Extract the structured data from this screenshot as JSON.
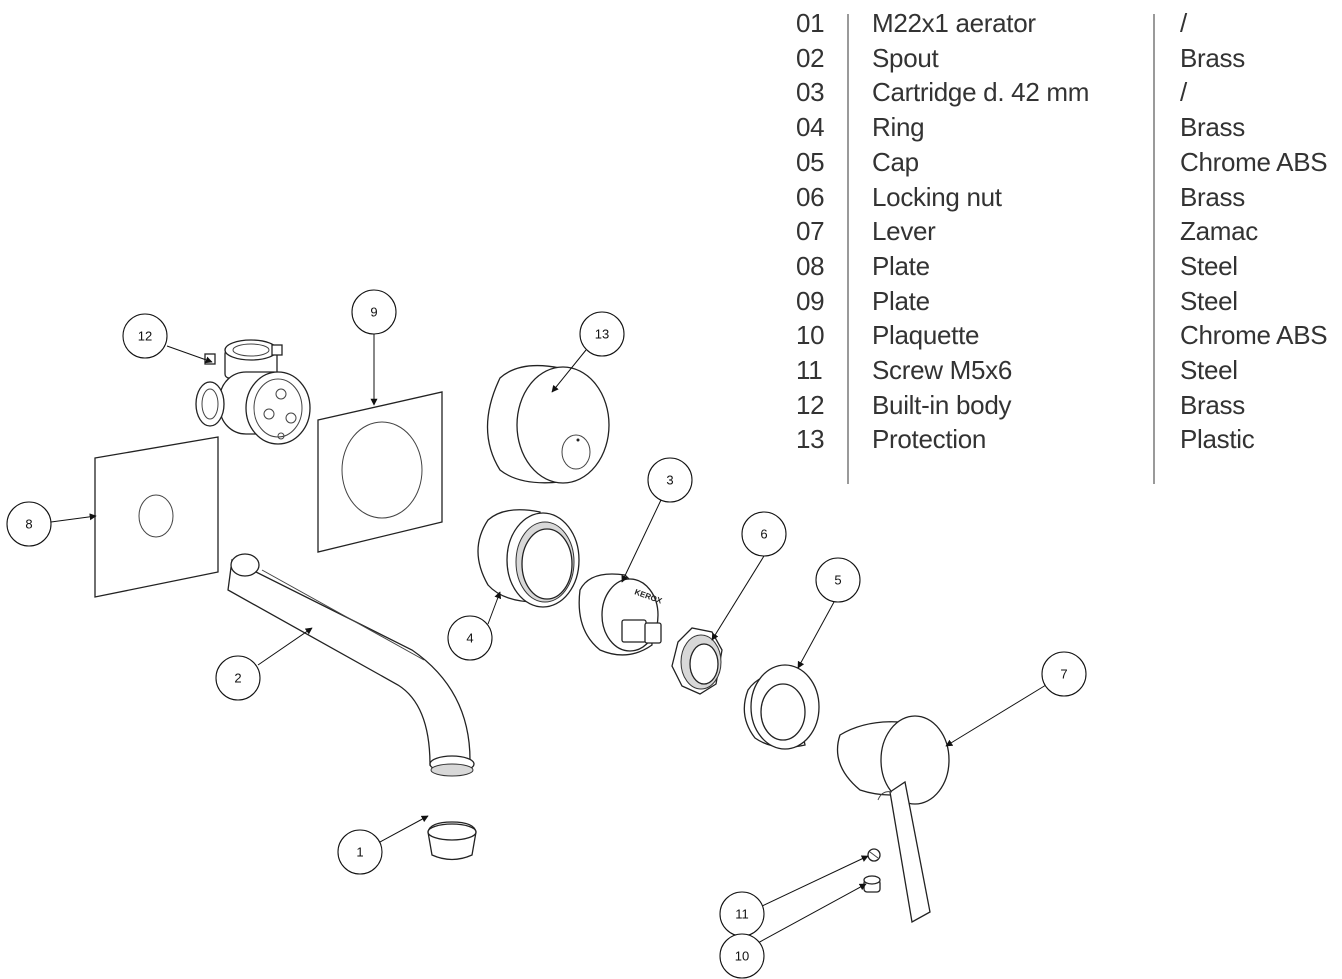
{
  "parts_table": {
    "rows": [
      {
        "num": "01",
        "description": "M22x1 aerator",
        "material": "/"
      },
      {
        "num": "02",
        "description": "Spout",
        "material": "Brass"
      },
      {
        "num": "03",
        "description": "Cartridge d. 42 mm",
        "material": "/"
      },
      {
        "num": "04",
        "description": "Ring",
        "material": "Brass"
      },
      {
        "num": "05",
        "description": "Cap",
        "material": "Chrome ABS"
      },
      {
        "num": "06",
        "description": "Locking nut",
        "material": "Brass"
      },
      {
        "num": "07",
        "description": "Lever",
        "material": "Zamac"
      },
      {
        "num": "08",
        "description": "Plate",
        "material": "Steel"
      },
      {
        "num": "09",
        "description": "Plate",
        "material": "Steel"
      },
      {
        "num": "10",
        "description": "Plaquette",
        "material": "Chrome ABS"
      },
      {
        "num": "11",
        "description": "Screw M5x6",
        "material": "Steel"
      },
      {
        "num": "12",
        "description": "Built-in body",
        "material": "Brass"
      },
      {
        "num": "13",
        "description": "Protection",
        "material": "Plastic"
      }
    ]
  },
  "callouts": {
    "c1": "1",
    "c2": "2",
    "c3": "3",
    "c4": "4",
    "c5": "5",
    "c6": "6",
    "c7": "7",
    "c8": "8",
    "c9": "9",
    "c10": "10",
    "c11": "11",
    "c12": "12",
    "c13": "13"
  },
  "cartridge_marking": "KEROX"
}
